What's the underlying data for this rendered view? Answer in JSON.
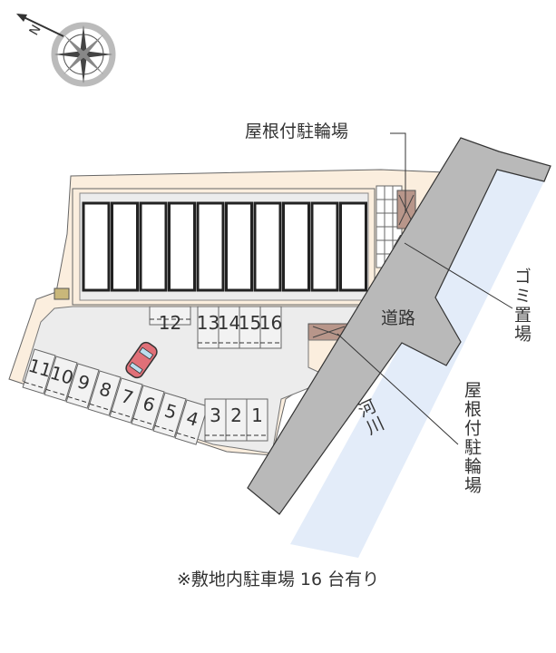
{
  "compass": {
    "north_label": "N"
  },
  "labels": {
    "bike_parking_top": "屋根付駐輪場",
    "garbage": "ゴミ置場",
    "bike_parking_right": "屋根付駐輪場",
    "road": "道路",
    "river": "河川"
  },
  "parking": {
    "top_row": [
      "12",
      "13",
      "14",
      "15",
      "16"
    ],
    "angled_row": [
      "11",
      "10",
      "9",
      "8",
      "7",
      "6",
      "5",
      "4"
    ],
    "bottom_row": [
      "3",
      "2",
      "1"
    ]
  },
  "footer": "※敷地内駐車場 16 台有り",
  "colors": {
    "site": "#fbeede",
    "lot": "#ececec",
    "road": "#b9b9b9",
    "river": "#e3ecf9",
    "shed": "#b8968a",
    "car": "#e07078"
  }
}
